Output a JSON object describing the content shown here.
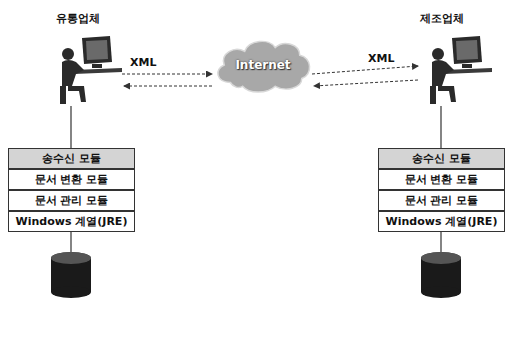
{
  "diagram": {
    "nodes": [
      {
        "text": [
          "Internet"
        ]
      },
      {
        "text": [
          "송수신 모듈"
        ]
      },
      {
        "text": [
          "문서 변환 모듈"
        ]
      },
      {
        "text": [
          "문서 관리 모듈"
        ]
      },
      {
        "text": [
          "Windows 계열(JRE)"
        ]
      },
      {
        "text": [
          "송수신 모듈"
        ]
      },
      {
        "text": [
          "문서 변환 모듈"
        ]
      },
      {
        "text": [
          "문서 관리 모듈"
        ]
      },
      {
        "text": [
          "Windows 계열(JRE)"
        ]
      }
    ],
    "labels": [
      "유통업체",
      "XML",
      "XML",
      "제조업체"
    ]
  }
}
